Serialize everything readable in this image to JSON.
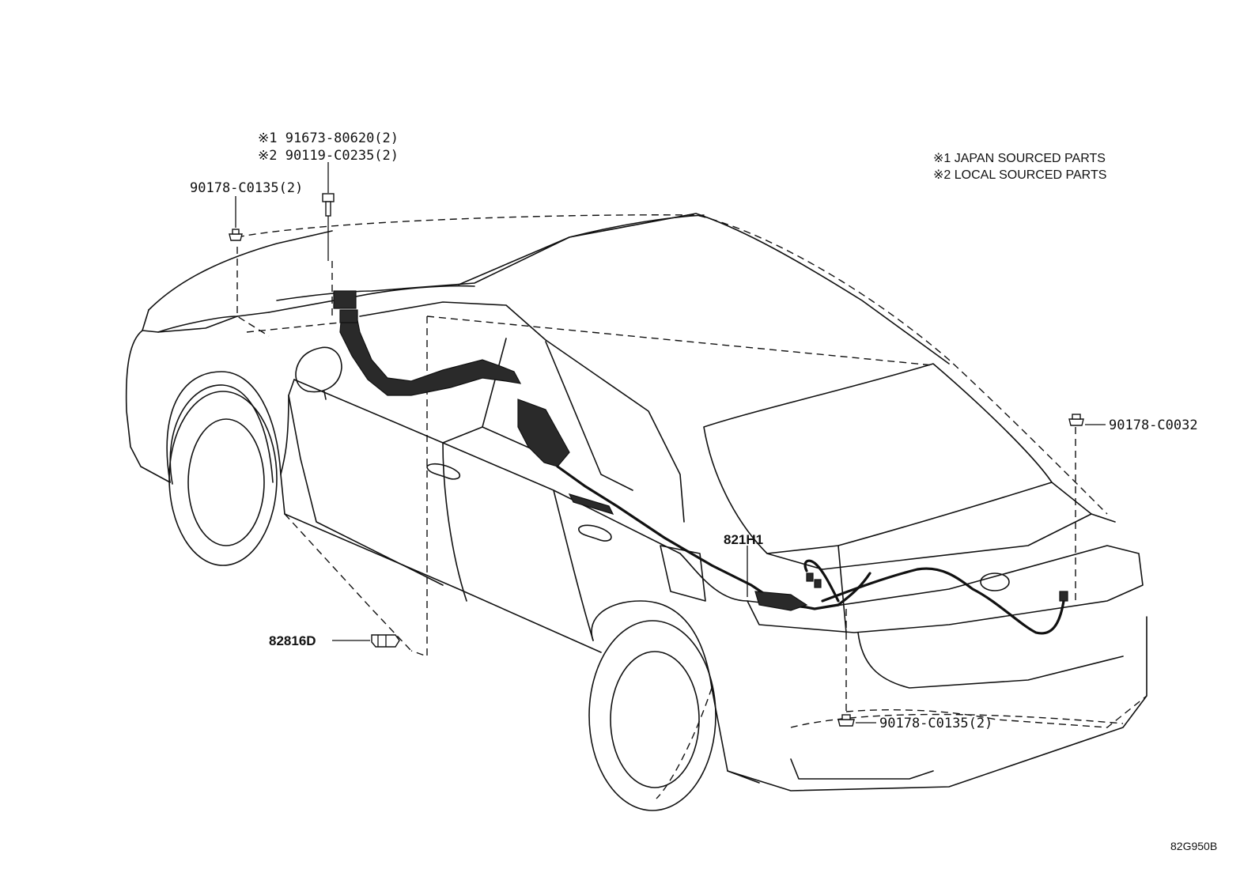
{
  "notes": {
    "line1": "※1 JAPAN SOURCED PARTS",
    "line2": "※2 LOCAL SOURCED PARTS"
  },
  "callouts": {
    "bolt_japan": "※1 91673-80620(2)",
    "bolt_local": "※2 90119-C0235(2)",
    "clip_front": "90178-C0135(2)",
    "clip_rear_upper": "90178-C0032",
    "clip_rear_lower": "90178-C0135(2)",
    "harness": "821H1",
    "clamp": "82816D"
  },
  "diagram_code": "82G950B"
}
